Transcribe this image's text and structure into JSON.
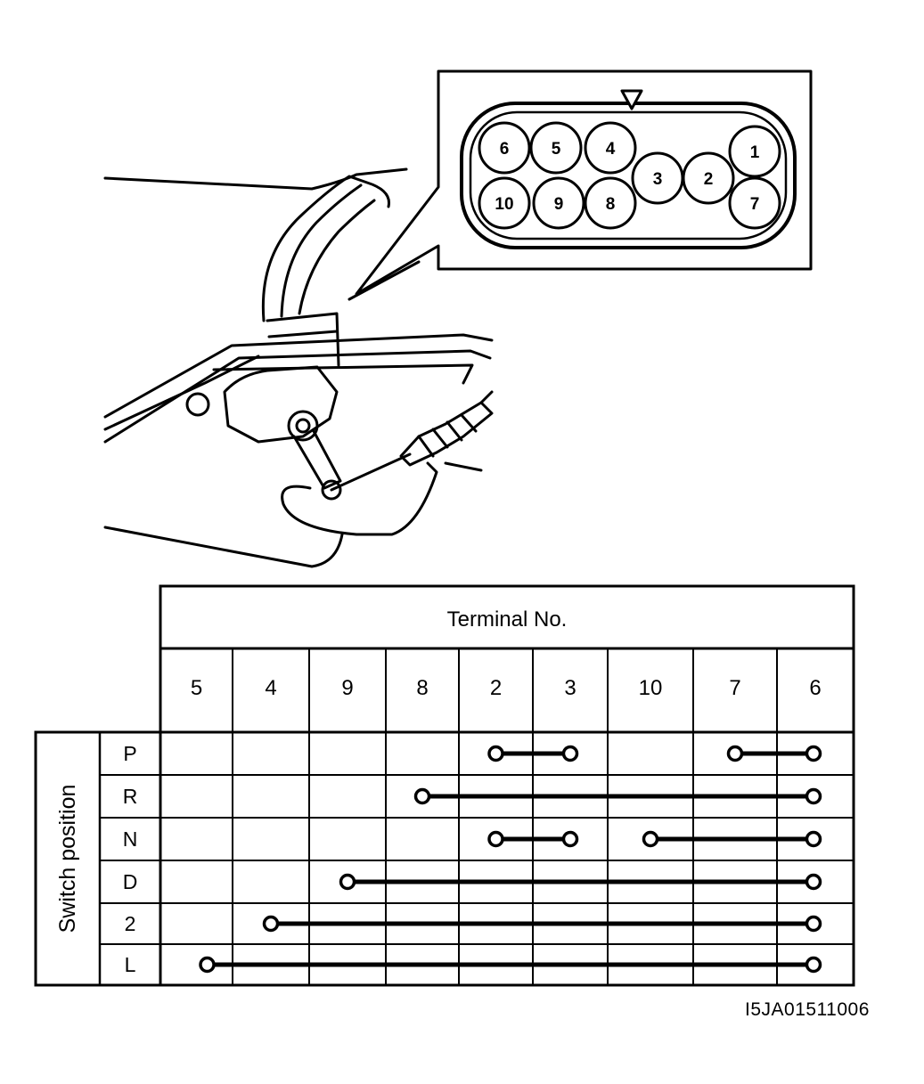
{
  "connector": {
    "pins_top": [
      "6",
      "5",
      "4"
    ],
    "pins_middle": [
      "3",
      "2"
    ],
    "pins_bottom": [
      "10",
      "9",
      "8"
    ],
    "pins_right": [
      "1",
      "7"
    ]
  },
  "table": {
    "header": "Terminal No.",
    "side_label": "Switch position",
    "terminals": [
      "5",
      "4",
      "9",
      "8",
      "2",
      "3",
      "10",
      "7",
      "6"
    ],
    "positions": [
      {
        "label": "P",
        "links": [
          [
            "2",
            "3"
          ],
          [
            "7",
            "6"
          ]
        ]
      },
      {
        "label": "R",
        "links": [
          [
            "8",
            "6"
          ]
        ]
      },
      {
        "label": "N",
        "links": [
          [
            "2",
            "3"
          ],
          [
            "10",
            "6"
          ]
        ]
      },
      {
        "label": "D",
        "links": [
          [
            "9",
            "6"
          ]
        ]
      },
      {
        "label": "2",
        "links": [
          [
            "4",
            "6"
          ]
        ]
      },
      {
        "label": "L",
        "links": [
          [
            "5",
            "6"
          ]
        ]
      }
    ]
  },
  "figure_code": "I5JA01511006",
  "colors": {
    "ink": "#000000",
    "paper": "#ffffff"
  }
}
